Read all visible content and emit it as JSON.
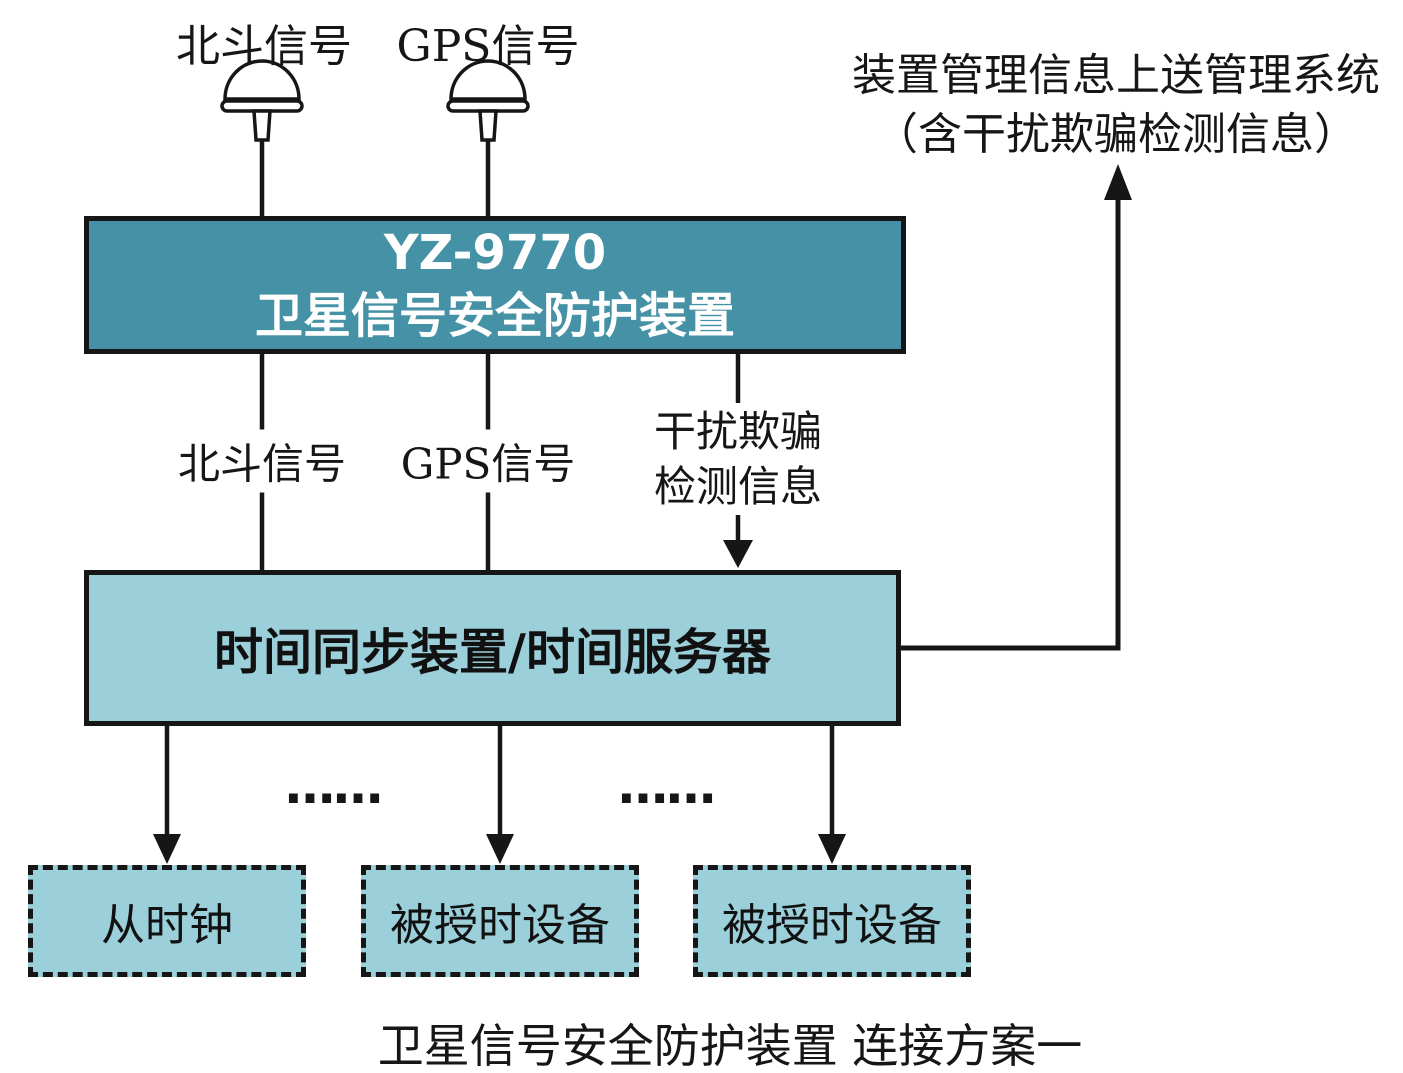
{
  "diagram": {
    "colors": {
      "device_box_fill": "#4591a5",
      "server_box_fill": "#9bcfda",
      "client_box_fill": "#9bcfda",
      "line_color": "#161616",
      "device_box_text": "#ffffff"
    },
    "antenna_inputs": [
      {
        "id": "beidou",
        "label": "北斗信号"
      },
      {
        "id": "gps",
        "label": "GPS信号"
      }
    ],
    "management_note": {
      "line1": "装置管理信息上送管理系统",
      "line2": "（含干扰欺骗检测信息）"
    },
    "protection_device_box": {
      "line1": "YZ-9770",
      "line2": "卫星信号安全防护装置"
    },
    "mid_signal_labels": {
      "beidou": "北斗信号",
      "gps": "GPS信号",
      "detect_line1": "干扰欺骗",
      "detect_line2": "检测信息"
    },
    "time_server_box": {
      "label": "时间同步装置/时间服务器"
    },
    "ellipsis": "……",
    "client_boxes": [
      {
        "label": "从时钟"
      },
      {
        "label": "被授时设备"
      },
      {
        "label": "被授时设备"
      }
    ],
    "caption": "卫星信号安全防护装置 连接方案一"
  }
}
